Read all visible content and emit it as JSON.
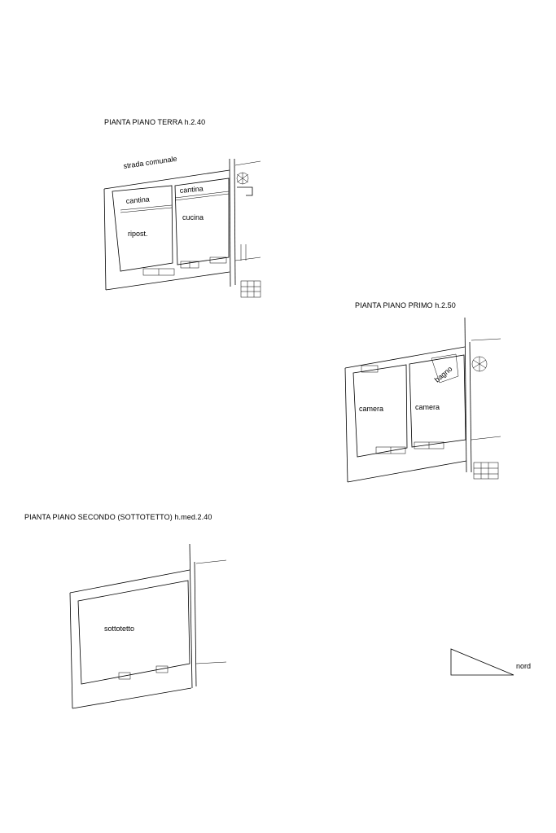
{
  "titles": {
    "ground": "PIANTA PIANO TERRA h.2.40",
    "first": "PIANTA PIANO PRIMO h.2.50",
    "second": "PIANTA PIANO SECONDO (SOTTOTETTO) h.med.2.40"
  },
  "ground_floor": {
    "street": "strada comunale",
    "rooms": [
      "cantina",
      "cantina",
      "ripost.",
      "cucina"
    ]
  },
  "first_floor": {
    "rooms": [
      "bagno",
      "camera",
      "camera"
    ]
  },
  "second_floor": {
    "rooms": [
      "sottotetto"
    ]
  },
  "north": {
    "label": "nord",
    "icon": "north-arrow-triangle-icon"
  }
}
